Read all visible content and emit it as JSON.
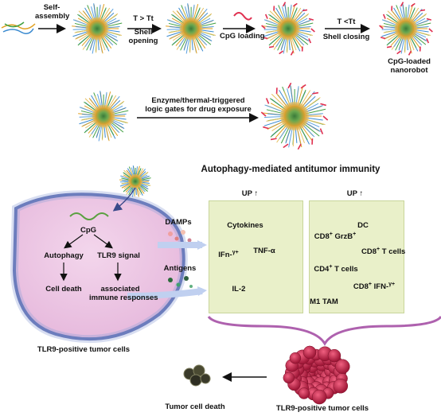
{
  "steps": {
    "self_assembly": [
      "Self-",
      "assembly"
    ],
    "shell_opening": [
      "T > Tt",
      "Shell",
      "opening"
    ],
    "cpg_loading": "CpG loading",
    "shell_closing": [
      "T <Tt",
      "Shell closing"
    ],
    "cpg_loaded": [
      "CpG-loaded",
      "nanorobot"
    ],
    "logic_gates": [
      "Enzyme/thermal-triggered",
      "logic gates for drug exposure"
    ]
  },
  "autophagy": {
    "title": "Autophagy-mediated antitumor immunity",
    "cell": {
      "cpg": "CpG",
      "autophagy": "Autophagy",
      "tlr9_signal": "TLR9 signal",
      "cell_death": "Cell death",
      "associated": [
        "associated",
        "immune responses"
      ],
      "caption": "TLR9-positive tumor cells"
    },
    "damps": "DAMPs",
    "antigens": "Antigens",
    "left_panel": {
      "up": "UP",
      "cytokines": "Cytokines",
      "ifn": "IFn-",
      "ifn_sup": "γ+",
      "tnf": "TNF-α",
      "il2": "IL-2"
    },
    "right_panel": {
      "up": "UP",
      "dc": "DC",
      "cd8_grzb": "CD8",
      "cd8_grzb_sup": "+",
      "cd8_grzb_tail": " GrzB",
      "cd8_grzb_tail_sup": "+",
      "cd8_t": "CD8",
      "cd8_t_sup": "+",
      "cd8_t_tail": " T cells",
      "cd4": "CD4",
      "cd4_sup": "+",
      "cd4_tail": "  T cells",
      "cd8_ifn": "CD8",
      "cd8_ifn_sup": "+",
      "cd8_ifn_tail": " IFN-",
      "cd8_ifn_tail_sup": "γ+",
      "m1": "M1 TAM"
    }
  },
  "bottom": {
    "tumor_cell_death": "Tumor cell death",
    "tlr9_cells": "TLR9-positive tumor cells"
  }
}
